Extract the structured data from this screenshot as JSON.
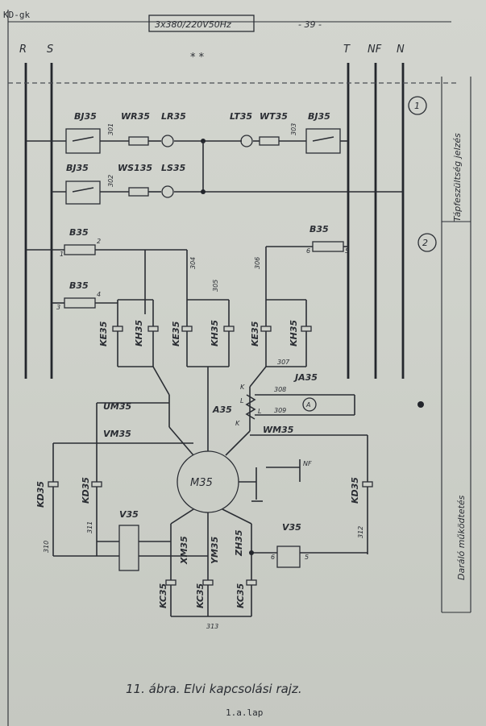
{
  "header": {
    "code": "KD-gk",
    "supply": "3x380/220V50Hz",
    "page": "- 39 -",
    "stars": "* *"
  },
  "rails": {
    "r": "R",
    "s": "S",
    "t": "T",
    "nf": "NF",
    "n": "N"
  },
  "side": {
    "marker1": "1",
    "marker2": "2",
    "section1": "Tápfeszültség jelzés",
    "section2": "Daráló működtetés"
  },
  "components": {
    "bj35_a": "BJ35",
    "wr35": "WR35",
    "lr35": "LR35",
    "lt35": "LT35",
    "wt35": "WT35",
    "bj35_b": "BJ35",
    "bj35_c": "BJ35",
    "ws135": "WS135",
    "ls35": "LS35",
    "b35_a": "B35",
    "b35_b": "B35",
    "b35_c": "B35",
    "ke35_a": "KE35",
    "kh35_a": "KH35",
    "ke35_b": "KE35",
    "kh35_b": "KH35",
    "ke35_c": "KE35",
    "kh35_c": "KH35",
    "ja35": "JA35",
    "a35": "A35",
    "ammeter": "A",
    "um35": "UM35",
    "vm35": "VM35",
    "wm35": "WM35",
    "m35": "M35",
    "kd35_a": "KD35",
    "kd35_b": "KD35",
    "kd35_c": "KD35",
    "v35_a": "V35",
    "v35_b": "V35",
    "xm35": "XM35",
    "ym35": "YM35",
    "zh35": "ZH35",
    "kc35_a": "KC35",
    "kc35_b": "KC35",
    "kc35_c": "KC35",
    "nf": "NF",
    "k": "K",
    "l_a": "L",
    "l_b": "L",
    "k_b": "K"
  },
  "wires": {
    "w301": "301",
    "w302": "302",
    "w303": "303",
    "w304": "304",
    "w305": "305",
    "w306": "306",
    "w307": "307",
    "w308": "308",
    "w309": "309",
    "w310": "310",
    "w311": "311",
    "w312": "312",
    "w313": "313"
  },
  "terminals": {
    "t1": "1",
    "t2": "2",
    "t3": "3",
    "t4": "4",
    "t5": "5",
    "t6": "6"
  },
  "footer": {
    "caption": "11. ábra. Elvi kapcsolási rajz.",
    "sheet": "1.a.lap"
  }
}
